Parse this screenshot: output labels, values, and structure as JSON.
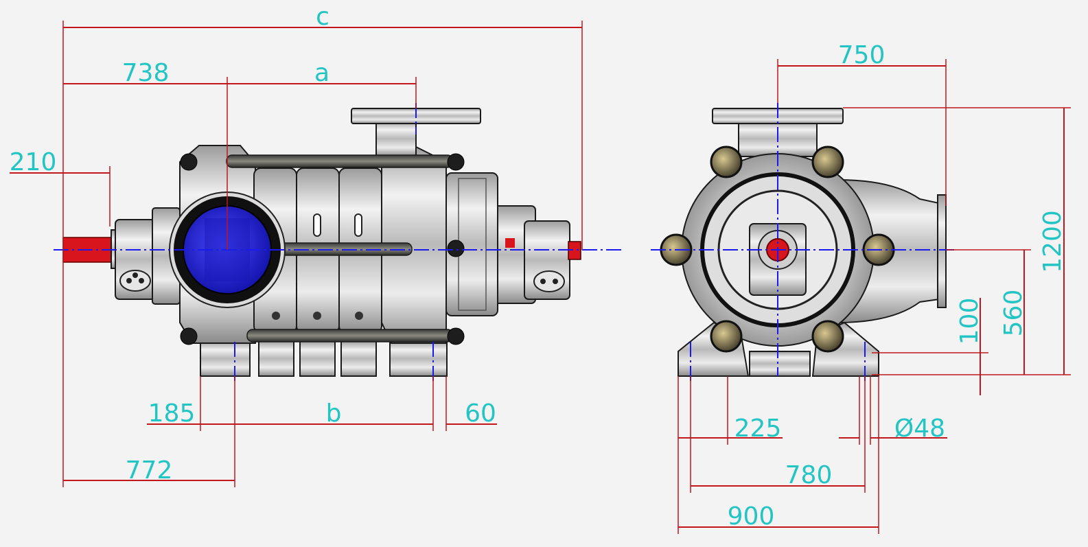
{
  "dimensions": {
    "c": "c",
    "d738": "738",
    "a": "a",
    "d210": "210",
    "d185": "185",
    "b": "b",
    "d60": "60",
    "d772": "772",
    "d750": "750",
    "d1200": "1200",
    "d560": "560",
    "d100": "100",
    "d225": "225",
    "d48": "Ø48",
    "d780": "780",
    "d900": "900"
  },
  "colors": {
    "dimension_line": "#c0161c",
    "dimension_text": "#22c4c4",
    "center_line": "#1a1aee",
    "shaft": "#d8141c",
    "suction_port": "#2a2ad8",
    "background": "#f3f3f3"
  },
  "views": [
    "side-view",
    "end-view"
  ]
}
